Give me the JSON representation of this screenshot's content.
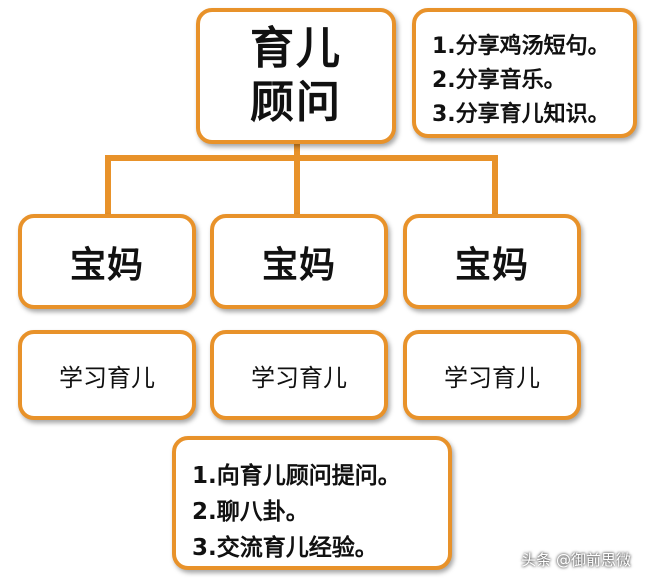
{
  "root": {
    "lines": [
      "育儿",
      "顾问"
    ]
  },
  "top_note": {
    "lines": [
      "1.分享鸡汤短句。",
      "2.分享音乐。",
      "3.分享育儿知识。"
    ]
  },
  "moms": [
    {
      "label": "宝妈",
      "activity": "学习育儿"
    },
    {
      "label": "宝妈",
      "activity": "学习育儿"
    },
    {
      "label": "宝妈",
      "activity": "学习育儿"
    }
  ],
  "bottom_note": {
    "lines": [
      "1.向育儿顾问提问。",
      "2.聊八卦。",
      "3.交流育儿经验。"
    ]
  },
  "watermark": "头条 @御前思微",
  "colors": {
    "accent": "#E8922A",
    "text": "#111111",
    "background": "#ffffff"
  }
}
